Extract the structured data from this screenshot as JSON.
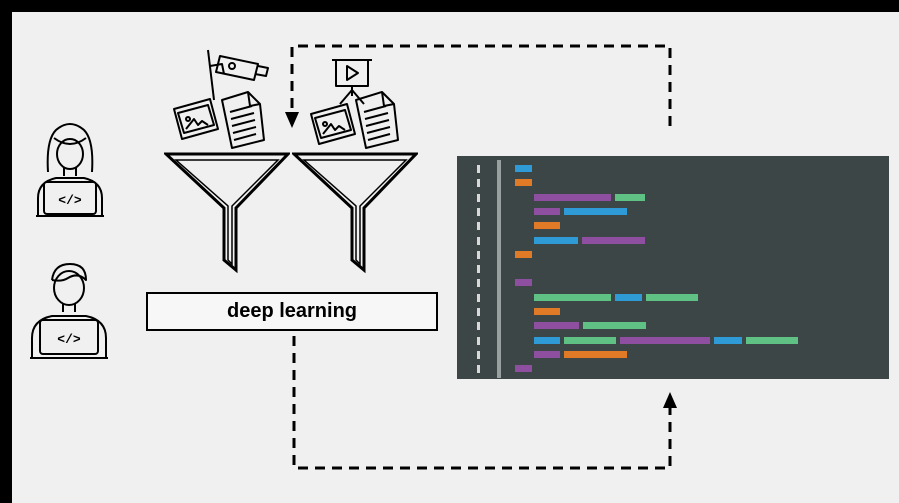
{
  "label": {
    "deep_learning": "deep learning"
  },
  "colors": {
    "editor_bg": "#3c4646",
    "purple": "#8e4fa0",
    "green": "#5fc184",
    "blue": "#2f9bd6",
    "orange": "#e07a27",
    "gutter": "#d8d8d8"
  },
  "icons": [
    "developer-female-icon",
    "developer-male-icon",
    "security-camera-icon",
    "image-icon",
    "document-icon",
    "video-presentation-icon",
    "funnel-icon",
    "arrow-icon"
  ],
  "code_lines": [
    [
      {
        "c": "blue",
        "w": 17
      }
    ],
    [
      {
        "c": "orange",
        "w": 17
      }
    ],
    [
      {
        "c": "purple",
        "w": 77
      },
      {
        "c": "green",
        "w": 30
      }
    ],
    [
      {
        "c": "purple",
        "w": 26
      },
      {
        "c": "blue",
        "w": 63
      }
    ],
    [
      {
        "c": "orange",
        "w": 26
      }
    ],
    [
      {
        "c": "blue",
        "w": 44
      },
      {
        "c": "purple",
        "w": 63
      }
    ],
    [
      {
        "c": "orange",
        "w": 17
      }
    ],
    [],
    [
      {
        "c": "purple",
        "w": 17
      }
    ],
    [
      {
        "c": "green",
        "w": 77
      },
      {
        "c": "blue",
        "w": 27
      },
      {
        "c": "green",
        "w": 52
      }
    ],
    [
      {
        "c": "orange",
        "w": 26
      }
    ],
    [
      {
        "c": "purple",
        "w": 45
      },
      {
        "c": "green",
        "w": 63
      }
    ],
    [
      {
        "c": "blue",
        "w": 26
      },
      {
        "c": "green",
        "w": 52
      },
      {
        "c": "purple",
        "w": 90
      },
      {
        "c": "blue",
        "w": 28
      },
      {
        "c": "green",
        "w": 52
      }
    ],
    [
      {
        "c": "purple",
        "w": 26
      },
      {
        "c": "orange",
        "w": 63
      }
    ],
    [
      {
        "c": "purple",
        "w": 17
      }
    ]
  ]
}
